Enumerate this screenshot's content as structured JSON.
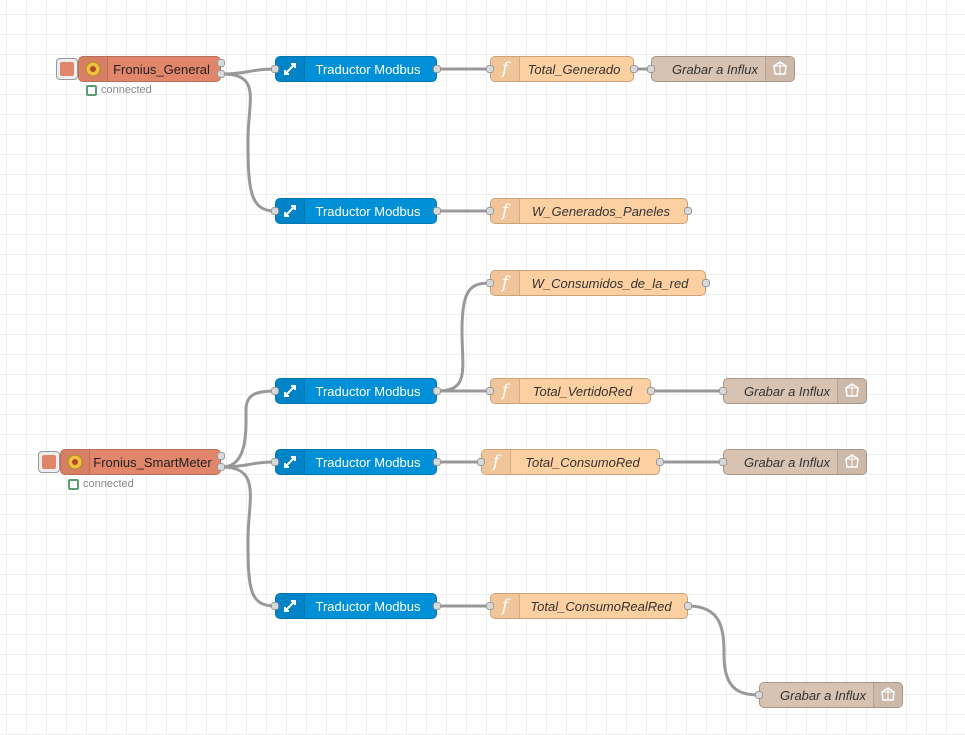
{
  "canvas": {
    "background": "#ffffff",
    "grid_color": "#eeeeee"
  },
  "colors": {
    "modbus": "#0090d8",
    "function": "#fdd0a2",
    "influx": "#d8c3b3",
    "modbus_flex": "#e2866b",
    "wire": "#999999",
    "status_ok": "#5a9e6f"
  },
  "flows": {
    "general": {
      "source": {
        "label": "Fronius_General",
        "status": "connected",
        "icon": "gear-icon"
      },
      "translator_1": {
        "label": "Traductor Modbus",
        "icon": "arrows-expand-icon"
      },
      "translator_2": {
        "label": "Traductor Modbus",
        "icon": "arrows-expand-icon"
      },
      "func_total_generado": {
        "label": "Total_Generado",
        "icon": "function-icon"
      },
      "func_w_generados": {
        "label": "W_Generados_Paneles",
        "icon": "function-icon"
      },
      "influx_1": {
        "label": "Grabar a Influx",
        "icon": "influxdb-icon"
      }
    },
    "smartmeter": {
      "source": {
        "label": "Fronius_SmartMeter",
        "status": "connected",
        "icon": "gear-icon"
      },
      "translator_1": {
        "label": "Traductor Modbus",
        "icon": "arrows-expand-icon"
      },
      "translator_2": {
        "label": "Traductor Modbus",
        "icon": "arrows-expand-icon"
      },
      "translator_3": {
        "label": "Traductor Modbus",
        "icon": "arrows-expand-icon"
      },
      "func_w_consumidos": {
        "label": "W_Consumidos_de_la_red",
        "icon": "function-icon"
      },
      "func_total_vertido": {
        "label": "Total_VertidoRed",
        "icon": "function-icon"
      },
      "func_total_consumo": {
        "label": "Total_ConsumoRed",
        "icon": "function-icon"
      },
      "func_total_consumo_real": {
        "label": "Total_ConsumoRealRed",
        "icon": "function-icon"
      },
      "influx_1": {
        "label": "Grabar a Influx",
        "icon": "influxdb-icon"
      },
      "influx_2": {
        "label": "Grabar a Influx",
        "icon": "influxdb-icon"
      },
      "influx_3": {
        "label": "Grabar a Influx",
        "icon": "influxdb-icon"
      }
    }
  }
}
